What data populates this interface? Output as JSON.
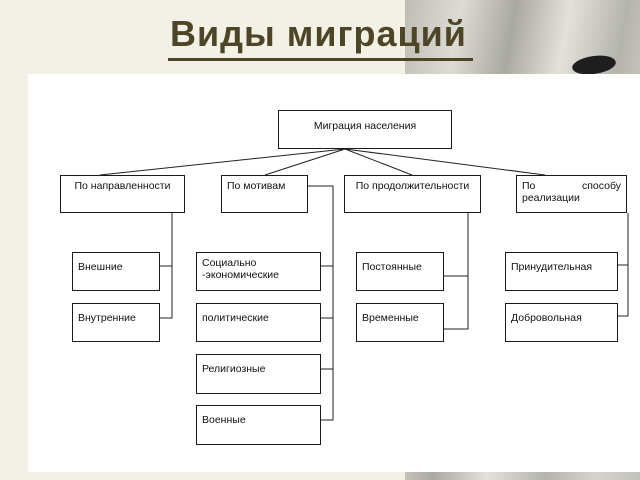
{
  "title": "Виды миграций",
  "root": "Миграция населения",
  "categories": [
    {
      "label": "По направленности",
      "items": [
        "Внешние",
        "Внутренние"
      ]
    },
    {
      "label": "По мотивам",
      "items": [
        "Социально -экономические",
        "политические",
        "Религиозные",
        "Военные"
      ]
    },
    {
      "label": "По продолжительности",
      "items": [
        "Постоянные",
        "Временные"
      ]
    },
    {
      "label": "По способу реализации",
      "items": [
        "Принудительная",
        "Добровольная"
      ]
    }
  ]
}
